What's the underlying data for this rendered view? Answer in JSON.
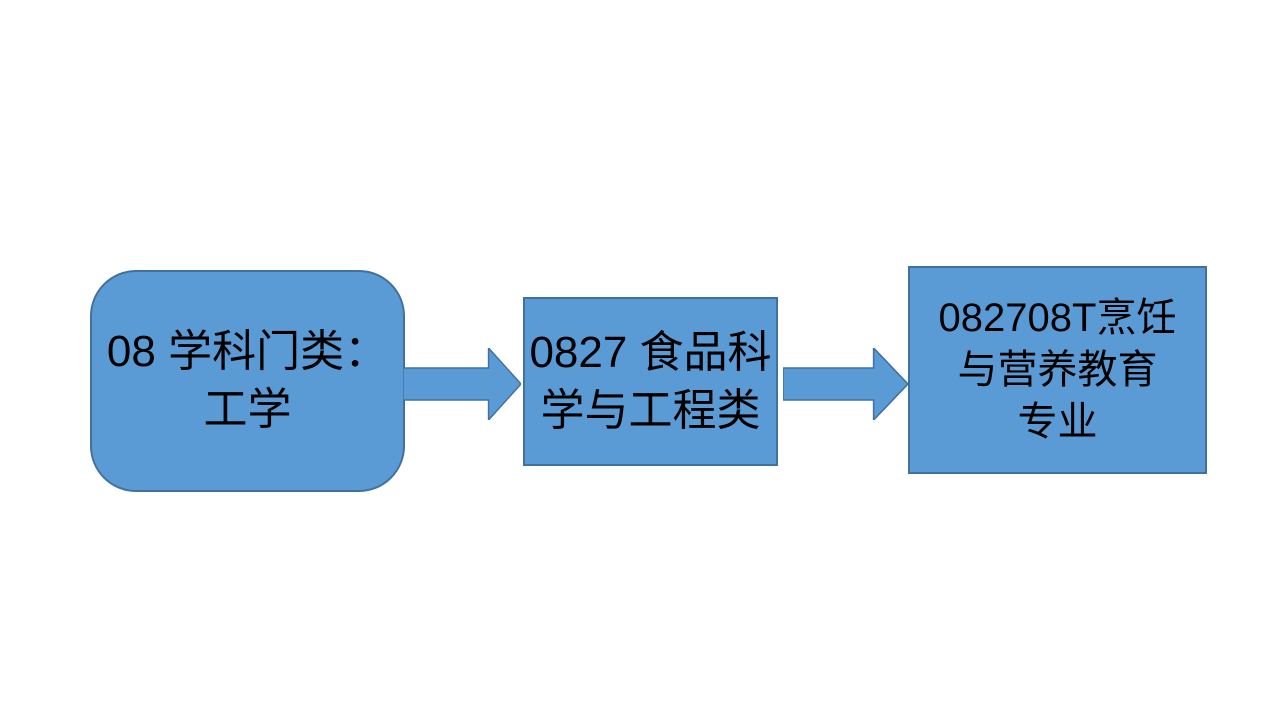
{
  "colors": {
    "background": "#ffffff",
    "shape_fill": "#5b9bd5",
    "shape_border": "#41719c",
    "text_color": "#000000"
  },
  "flowchart": {
    "nodes": [
      {
        "shape": "rounded-rectangle",
        "label": "08 学科门类：工学",
        "lines": [
          "08 学科门类：",
          "工学"
        ]
      },
      {
        "shape": "rectangle",
        "label": "0827 食品科学与工程类",
        "lines": [
          "0827 食品科",
          "学与工程类"
        ]
      },
      {
        "shape": "rectangle",
        "label": "082708T烹饪与营养教育专业",
        "lines": [
          "082708T烹饪",
          "与营养教育",
          "专业"
        ]
      }
    ],
    "connectors": [
      {
        "type": "right-block-arrow",
        "from_label": "08 学科门类：工学",
        "to_label": "0827 食品科学与工程类"
      },
      {
        "type": "right-block-arrow",
        "from_label": "0827 食品科学与工程类",
        "to_label": "082708T烹饪与营养教育专业"
      }
    ]
  }
}
